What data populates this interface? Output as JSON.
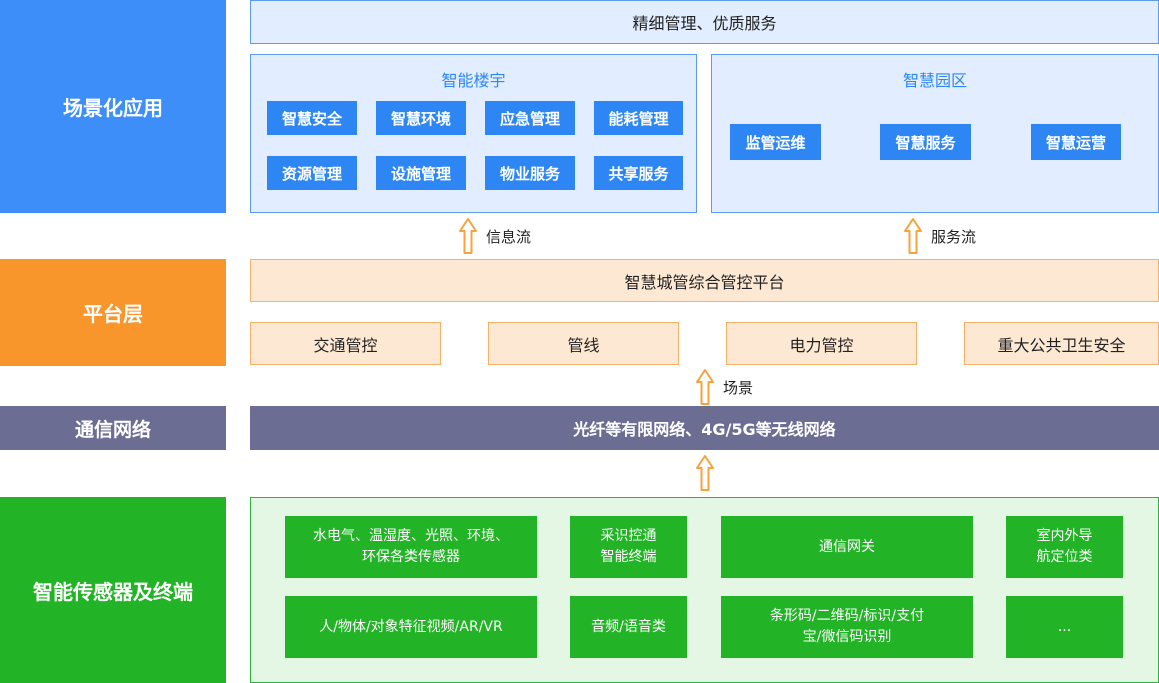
{
  "layers": {
    "app": "场景化应用",
    "platform": "平台层",
    "network": "通信网络",
    "sensors": "智能传感器及终端"
  },
  "top_banner": "精细管理、优质服务",
  "smart_building": {
    "title": "智能楼宇",
    "items": [
      "智慧安全",
      "智慧环境",
      "应急管理",
      "能耗管理",
      "资源管理",
      "设施管理",
      "物业服务",
      "共享服务"
    ]
  },
  "smart_park": {
    "title": "智慧园区",
    "items": [
      "监管运维",
      "智慧服务",
      "智慧运营"
    ]
  },
  "flows": {
    "info": "信息流",
    "service": "服务流",
    "scene": "场景"
  },
  "platform": {
    "main": "智慧城管综合管控平台",
    "items": [
      "交通管控",
      "管线",
      "电力管控",
      "重大公共卫生安全"
    ]
  },
  "network_bar": "光纤等有限网络、4G/5G等无线网络",
  "sensors": {
    "row1": [
      "水电气、温湿度、光照、环境、\n环保各类传感器",
      "采识控通\n智能终端",
      "通信网关",
      "室内外导\n航定位类"
    ],
    "row2": [
      "人/物体/对象特征视频/AR/VR",
      "音频/语音类",
      "条形码/二维码/标识/支付\n宝/微信码识别",
      "..."
    ]
  },
  "colors": {
    "app_layer": "#3d8ef8",
    "platform_layer": "#f8952b",
    "network_layer": "#6b6d93",
    "sensor_layer": "#22b326",
    "arrow": "#f6a33e"
  }
}
